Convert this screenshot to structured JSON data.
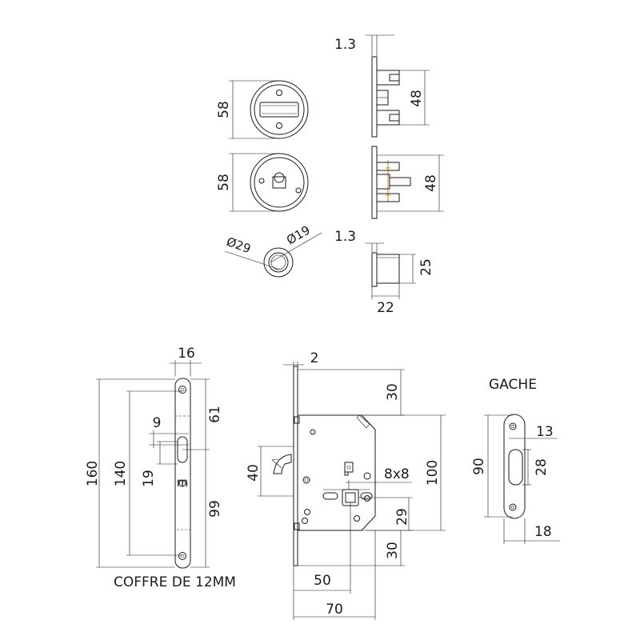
{
  "labels": {
    "rosette_plate_offset": "1.3",
    "rosette_thumb_diameter": "58",
    "rosette_thumb_side_height": "48",
    "rosette_indicator_diameter": "58",
    "rosette_indicator_side_height": "48",
    "ring_outer_diameter": "Ø29",
    "ring_inner_diameter": "Ø19",
    "ring_plate_offset": "1.3",
    "ring_height": "25",
    "ring_depth": "22",
    "faceplate_width": "16",
    "faceplate_height": "160",
    "faceplate_screw_spacing": "140",
    "faceplate_slot_width": "9",
    "faceplate_slot_height": "19",
    "faceplate_upper_distance": "61",
    "faceplate_lower_distance": "99",
    "faceplate_caption": "COFFRE DE 12MM",
    "lock_plate_thickness": "2",
    "lock_top_margin": "30",
    "lock_body_height": "100",
    "lock_hook_height": "40",
    "lock_spindle": "8x8",
    "lock_spindle_to_cyl": "29",
    "lock_bottom_margin": "30",
    "lock_backset": "50",
    "lock_body_depth": "70",
    "strike_title": "GACHE",
    "strike_height": "90",
    "strike_width_top": "13",
    "strike_slot_height": "28",
    "strike_width": "18"
  }
}
